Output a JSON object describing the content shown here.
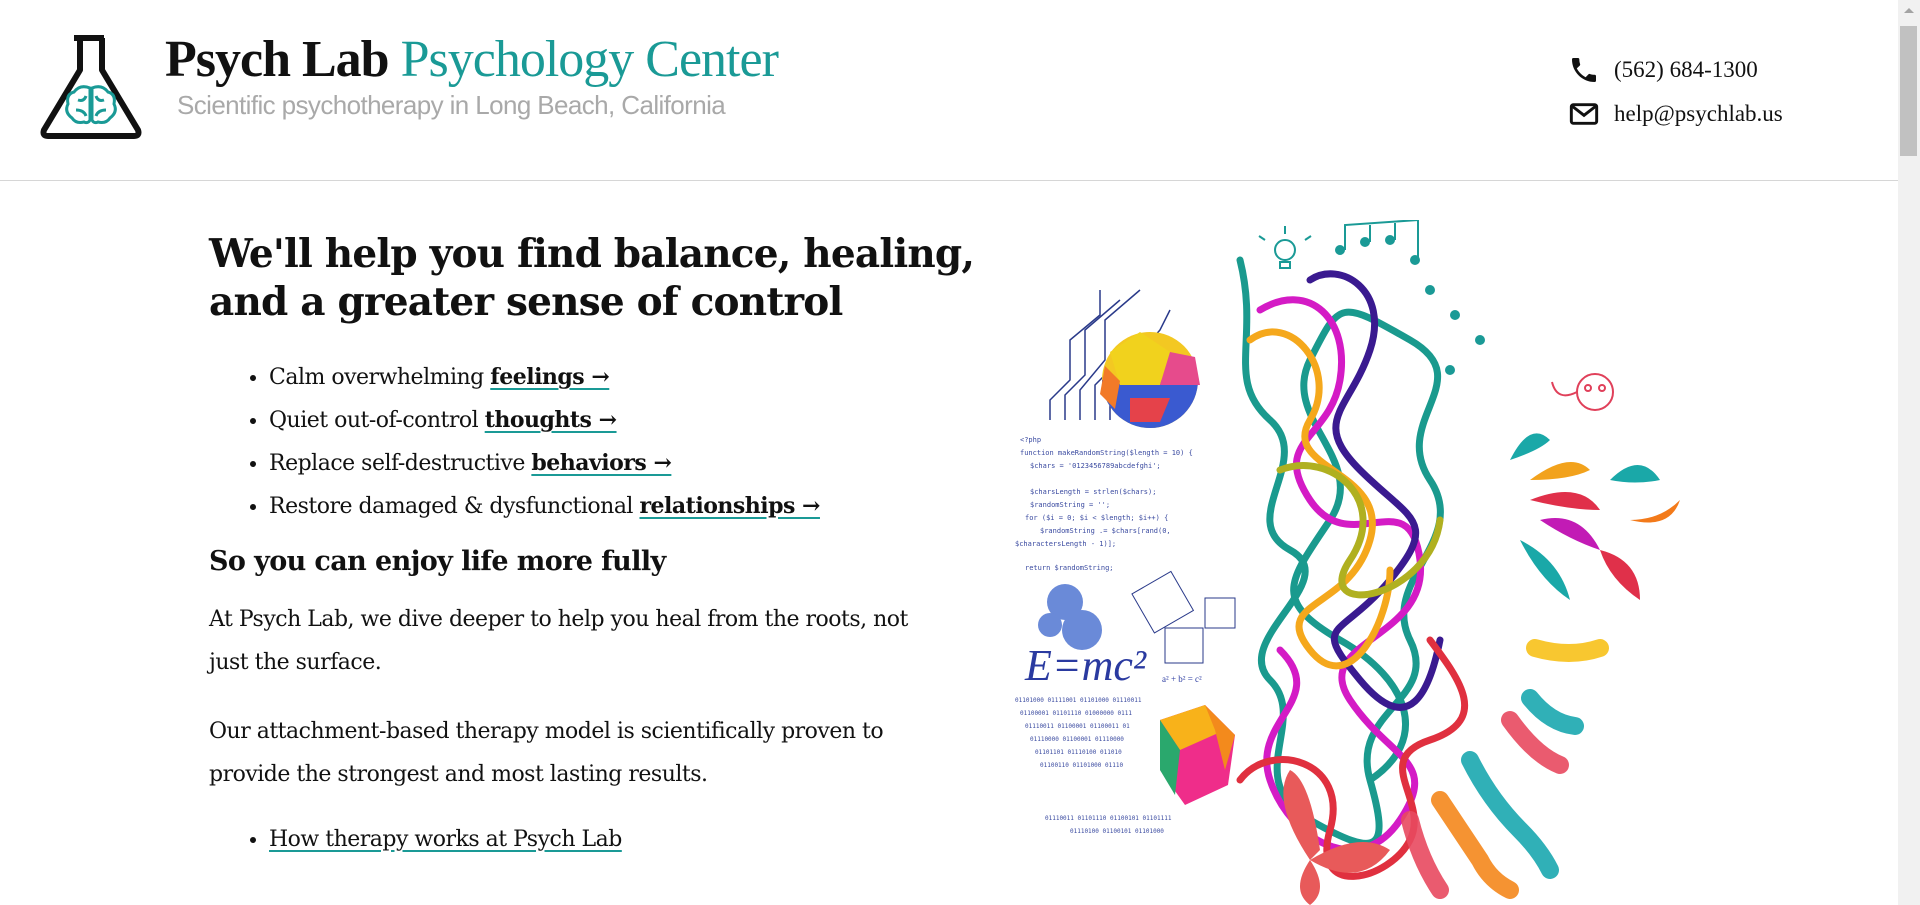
{
  "header": {
    "title_part1": "Psych Lab",
    "title_part2": "Psychology Center",
    "tagline": "Scientific psychotherapy in Long Beach, California",
    "phone": "(562) 684-1300",
    "email": "help@psychlab.us",
    "brand_color": "#1a9a96"
  },
  "main": {
    "headline": "We'll help you find balance, healing, and a greater sense of control",
    "features": [
      {
        "text": "Calm overwhelming ",
        "link": "feelings →"
      },
      {
        "text": "Quiet out-of-control ",
        "link": "thoughts →"
      },
      {
        "text": "Replace self-destructive ",
        "link": "behaviors →"
      },
      {
        "text": "Restore damaged & dysfunctional ",
        "link": "relationships →"
      }
    ],
    "subheading": "So you can enjoy life more fully",
    "paragraph1": "At Psych Lab, we dive deeper to help you heal from the roots, not just the surface.",
    "paragraph2": "Our attachment-based therapy model is scientifically proven to provide the strongest and most lasting results.",
    "links": [
      "How therapy works at Psych Lab"
    ]
  },
  "hero_image": {
    "formula": "E=mc²",
    "formula2": "a² + b² = c²"
  }
}
